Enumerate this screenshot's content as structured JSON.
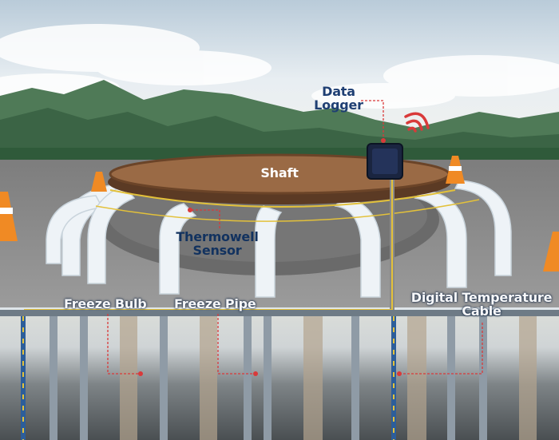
{
  "diagram": {
    "labels": {
      "data_logger": "Data\nLogger",
      "shaft": "Shaft",
      "thermowell_sensor": "Thermowell\nSensor",
      "freeze_bulb": "Freeze Bulb",
      "freeze_pipe": "Freeze Pipe",
      "digital_temperature_cable": "Digital Temperature\nCable"
    },
    "colors": {
      "sky": "#e8eef2",
      "mountains": "#3f6b4a",
      "ground": "#8e8e8e",
      "shaft_ring": "#8b5e3c",
      "freeze_pipe": "#eef3f7",
      "cable": "#e3c13a",
      "label_text": "#1f3f73",
      "wireless_signal": "#d93a3a",
      "cone": "#f08a24"
    }
  }
}
